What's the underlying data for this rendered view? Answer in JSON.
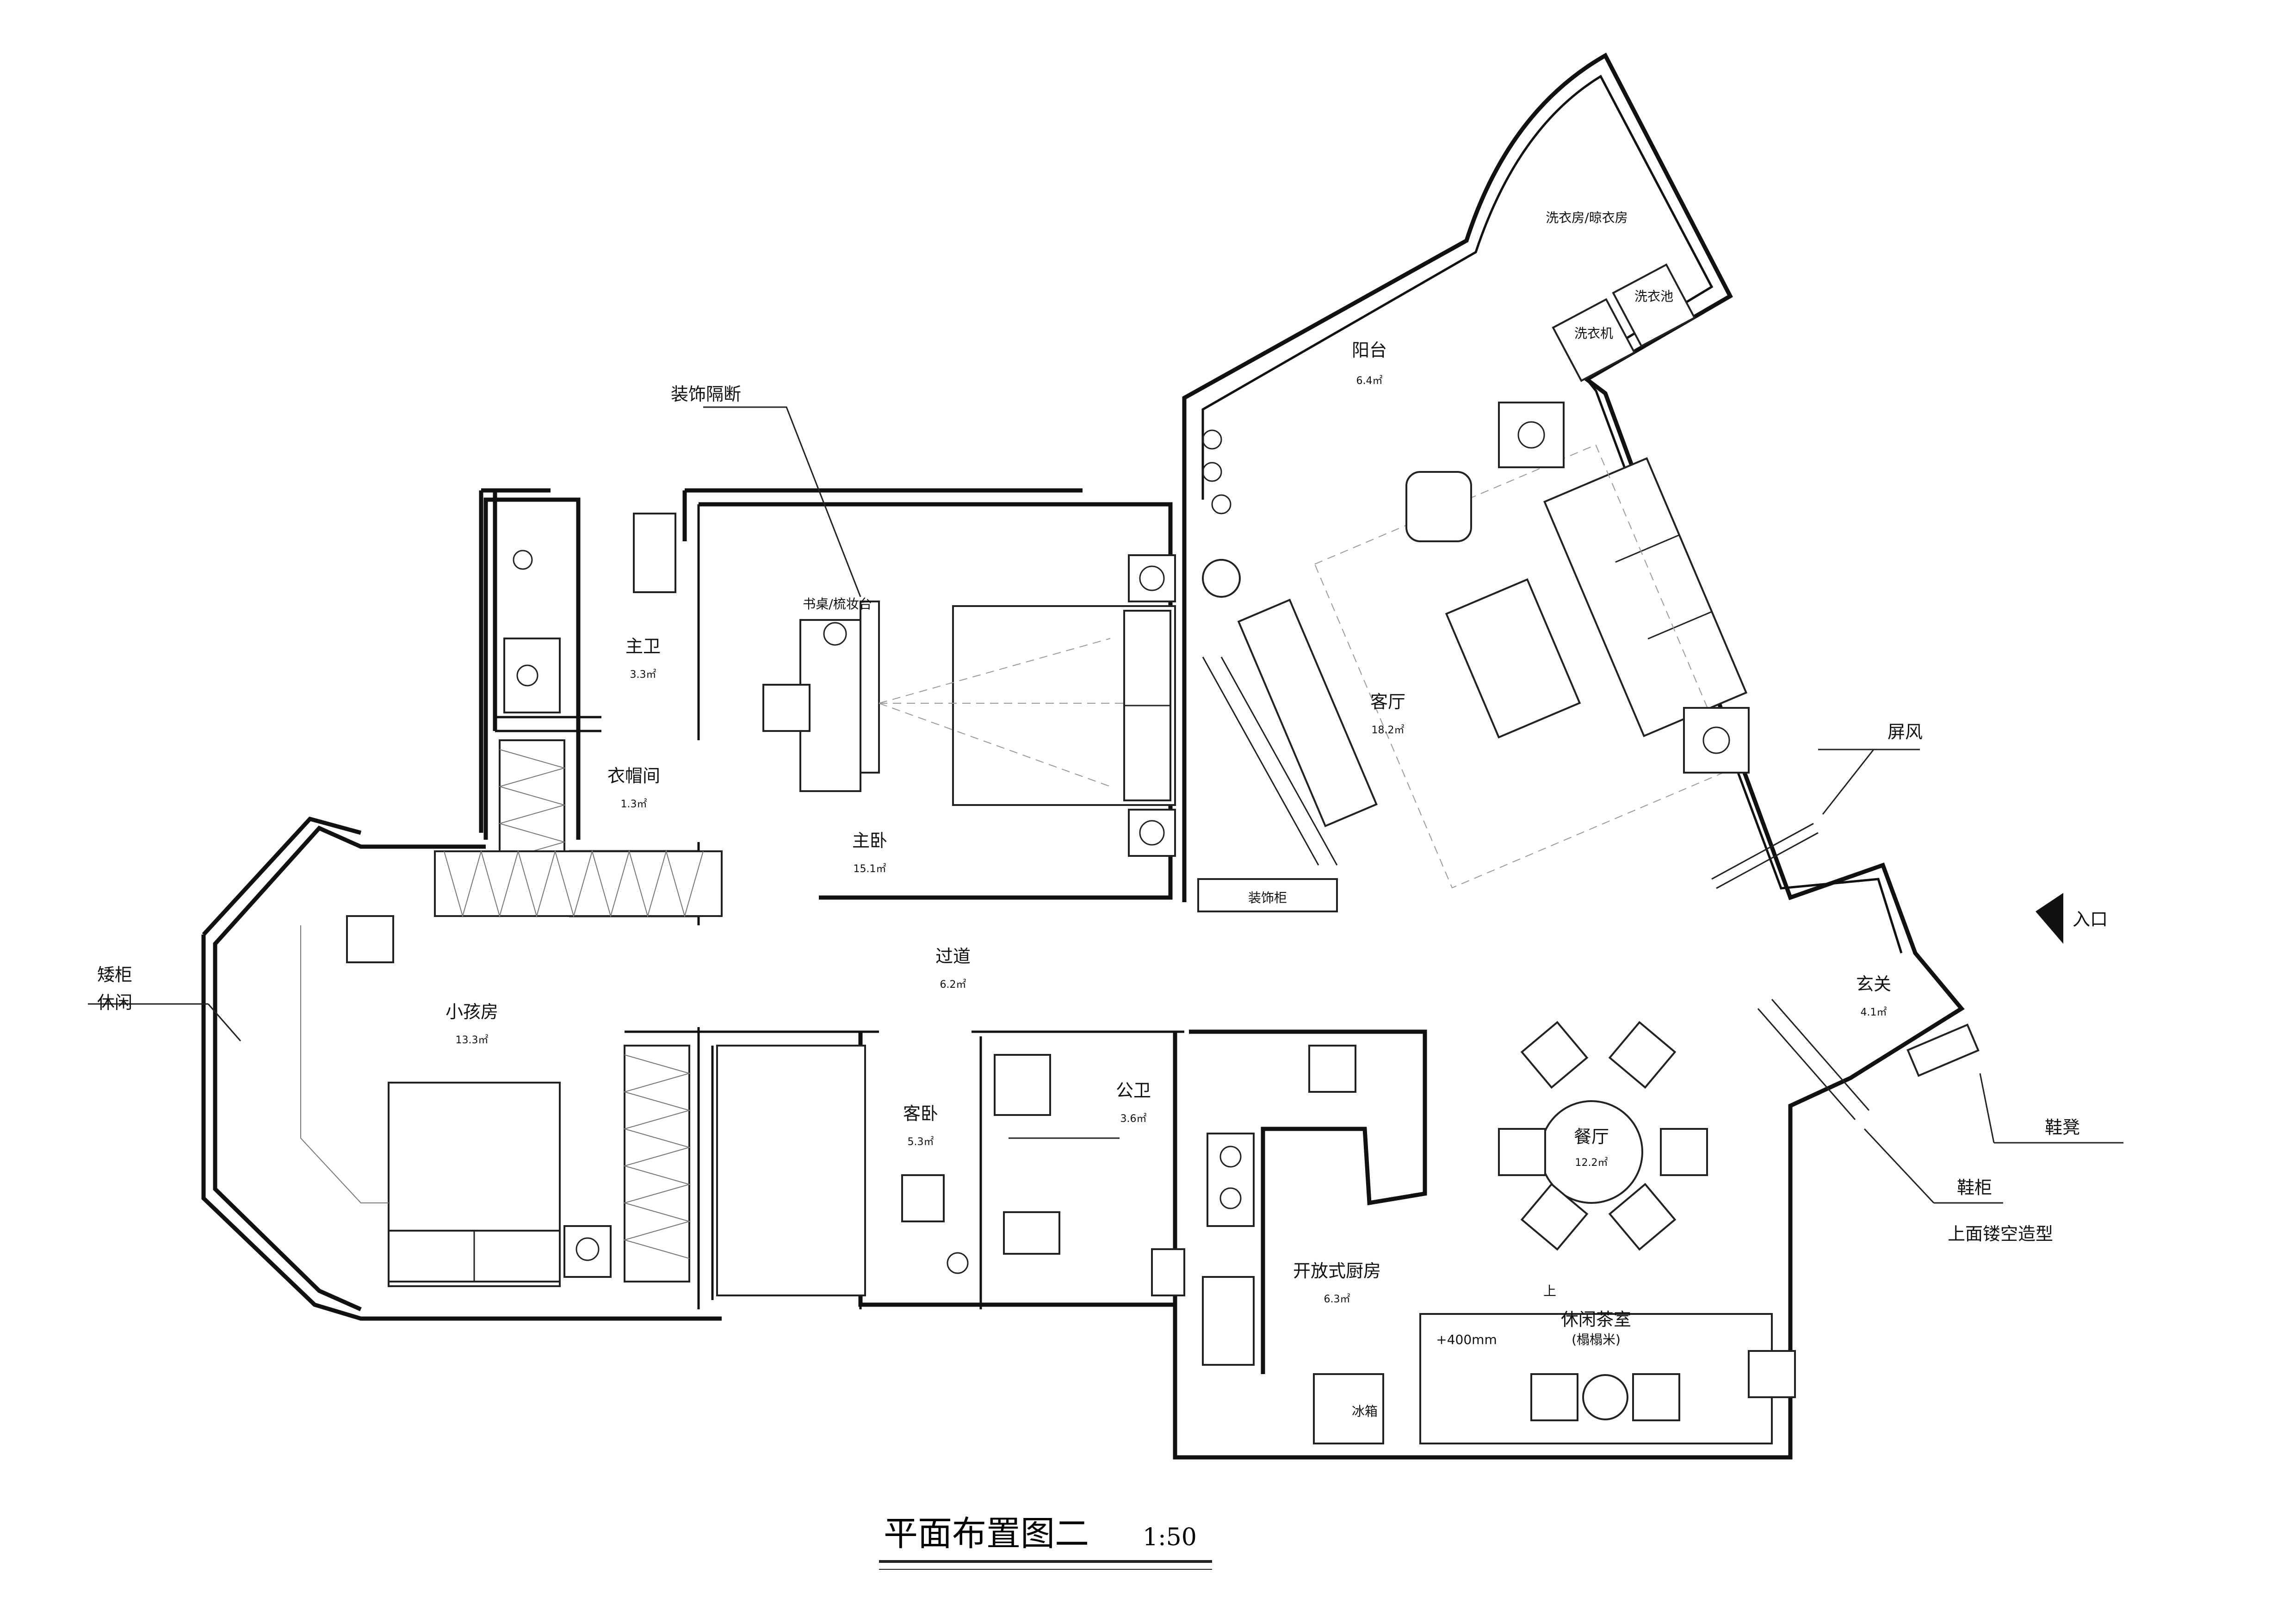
{
  "drawing": {
    "title": "平面布置图二",
    "scale": "1:50"
  },
  "rooms": [
    {
      "key": "balcony",
      "name": "阳台",
      "area": "6.4㎡"
    },
    {
      "key": "laundry",
      "name": "洗衣房/晾衣房",
      "area": ""
    },
    {
      "key": "living",
      "name": "客厅",
      "area": "18.2㎡"
    },
    {
      "key": "master-bath",
      "name": "主卫",
      "area": "3.3㎡"
    },
    {
      "key": "cloakroom",
      "name": "衣帽间",
      "area": "1.3㎡"
    },
    {
      "key": "master-bedroom",
      "name": "主卧",
      "area": "15.1㎡"
    },
    {
      "key": "corridor",
      "name": "过道",
      "area": "6.2㎡"
    },
    {
      "key": "kids-room",
      "name": "小孩房",
      "area": "13.3㎡"
    },
    {
      "key": "guest-room",
      "name": "客卧",
      "area": "5.3㎡"
    },
    {
      "key": "public-bath",
      "name": "公卫",
      "area": "3.6㎡"
    },
    {
      "key": "foyer",
      "name": "玄关",
      "area": "4.1㎡"
    },
    {
      "key": "dining",
      "name": "餐厅",
      "area": "12.2㎡"
    },
    {
      "key": "kitchen",
      "name": "开放式厨房",
      "area": "6.3㎡"
    },
    {
      "key": "tea-room",
      "name": "休闲茶室",
      "area": ""
    }
  ],
  "labels": {
    "decor_partition": "装饰隔断",
    "desk": "书桌/梳妆台",
    "decor_cabinet": "装饰柜",
    "screen": "屏风",
    "entrance": "入口",
    "shoe_bench": "鞋凳",
    "shoe_cabinet": "鞋柜",
    "shoe_cabinet_note": "上面镂空造型",
    "low_cabinet": "矮柜",
    "leisure": "休闲",
    "washing_machine": "洗衣机",
    "wash_basin": "洗衣池",
    "fridge": "冰箱",
    "tatami": "(榻榻米)",
    "floor_height": "+400mm",
    "up": "上"
  }
}
